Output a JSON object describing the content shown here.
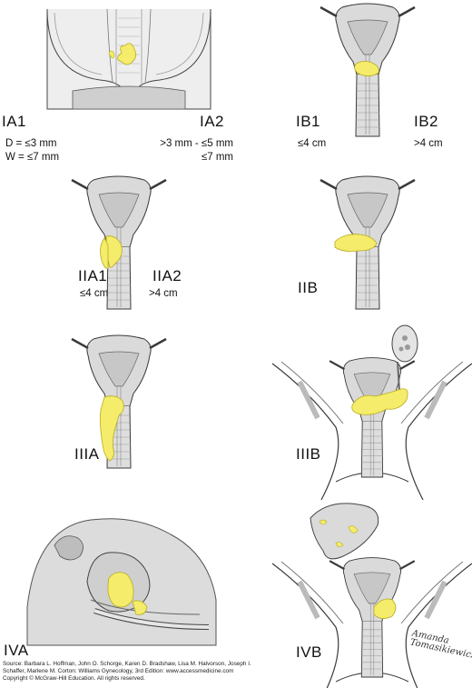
{
  "panels": {
    "ia": {
      "stage_left": "IA1",
      "stage_right": "IA2",
      "meas_left_1": "D = ≤3 mm",
      "meas_left_2": "W = ≤7 mm",
      "meas_right_1": ">3 mm - ≤5 mm",
      "meas_right_2": "≤7 mm"
    },
    "ib": {
      "stage_left": "IB1",
      "stage_right": "IB2",
      "meas_left": "≤4 cm",
      "meas_right": ">4 cm"
    },
    "iia": {
      "stage_left": "IIA1",
      "stage_right": "IIA2",
      "meas_left": "≤4 cm",
      "meas_right": ">4 cm"
    },
    "iib": {
      "stage": "IIB"
    },
    "iiia": {
      "stage": "IIIA"
    },
    "iiib": {
      "stage": "IIIB"
    },
    "iva": {
      "stage": "IVA"
    },
    "ivb": {
      "stage": "IVB"
    }
  },
  "source": {
    "line1": "Source: Barbara L. Hoffman, John O. Schorge, Karen D. Bradshaw, Lisa M. Halvorson, Joseph I.",
    "line2": "Schaffer, Marlene M. Corton: Williams Gynecology, 3rd Edition: www.accessmedicine.com",
    "line3": "Copyright © McGraw-Hill Education. All rights reserved."
  },
  "signature": {
    "line1": "Amanda",
    "line2": "Tomasikiewicz"
  },
  "colors": {
    "tumor": "#f4ec6a",
    "tissue": "#d9d9d9",
    "tissue_dark": "#a8a8a8",
    "line": "#3a3a3a"
  }
}
